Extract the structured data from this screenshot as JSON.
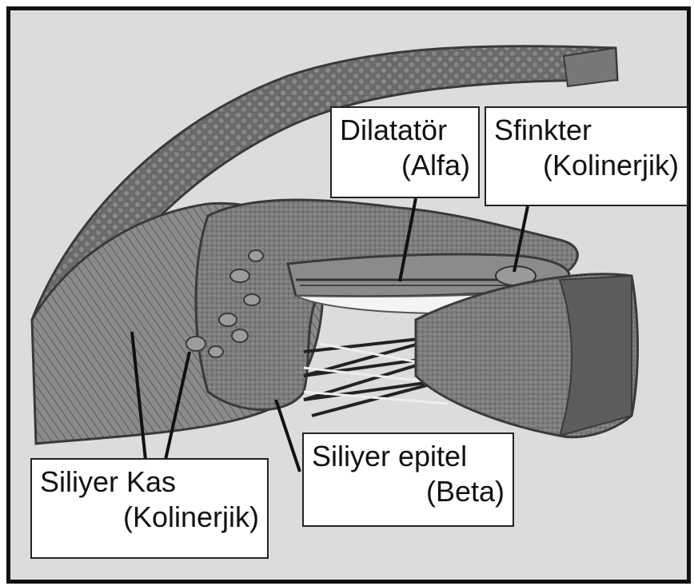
{
  "labels": {
    "dilatator": {
      "name": "Dilatatör",
      "type": "(Alfa)"
    },
    "sfinkter": {
      "name": "Sfinkter",
      "type": "(Kolinerjik)"
    },
    "siliyer_kas": {
      "name": "Siliyer Kas",
      "type": "(Kolinerjik)"
    },
    "siliyer_epitel": {
      "name": "Siliyer epitel",
      "type": "(Beta)"
    }
  },
  "colors": {
    "background": "#dcdcdc",
    "tissue_dark": "#555555",
    "tissue_mid": "#7a7a7a",
    "tissue_light": "#9a9a9a",
    "border": "#111111"
  }
}
